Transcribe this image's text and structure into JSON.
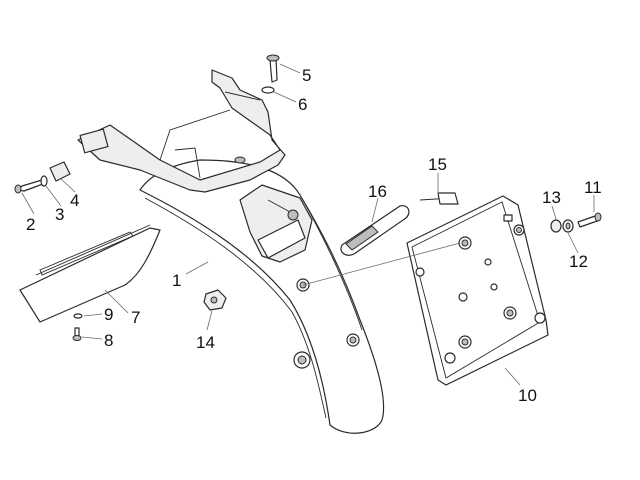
{
  "callouts": [
    {
      "number": "1"
    },
    {
      "number": "2"
    },
    {
      "number": "3"
    },
    {
      "number": "4"
    },
    {
      "number": "5"
    },
    {
      "number": "6"
    },
    {
      "number": "7"
    },
    {
      "number": "8"
    },
    {
      "number": "9"
    },
    {
      "number": "10"
    },
    {
      "number": "11"
    },
    {
      "number": "12"
    },
    {
      "number": "13"
    },
    {
      "number": "14"
    },
    {
      "number": "15"
    },
    {
      "number": "16"
    }
  ],
  "colors": {
    "line": "#2b2b2b",
    "leader": "#6a6a6a",
    "background": "#ffffff"
  }
}
